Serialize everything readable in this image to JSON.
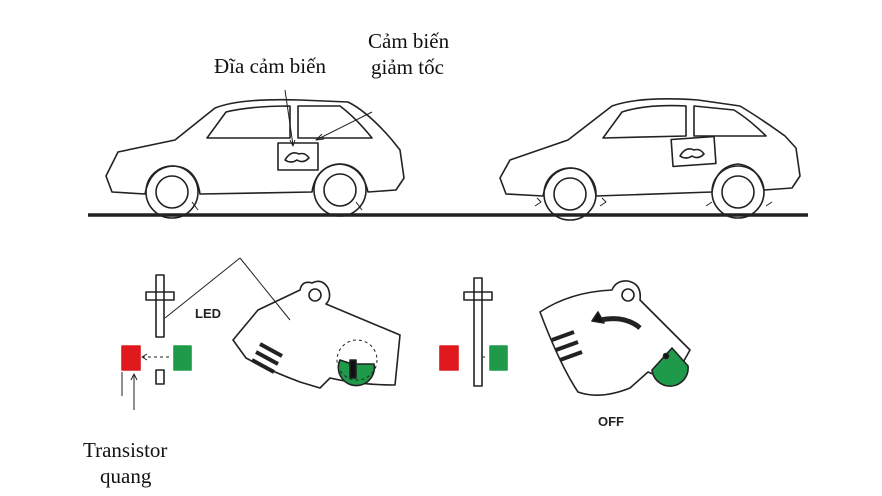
{
  "labels": {
    "disc": "Đĩa cảm biến",
    "sensor_line1": "Cảm biến",
    "sensor_line2": "giảm tốc",
    "led": "LED",
    "off": "OFF",
    "transistor_line1": "Transistor",
    "transistor_line2": "quang"
  },
  "colors": {
    "led_green": "#1e9a4a",
    "transistor_red": "#e0191e",
    "line": "#222222"
  }
}
